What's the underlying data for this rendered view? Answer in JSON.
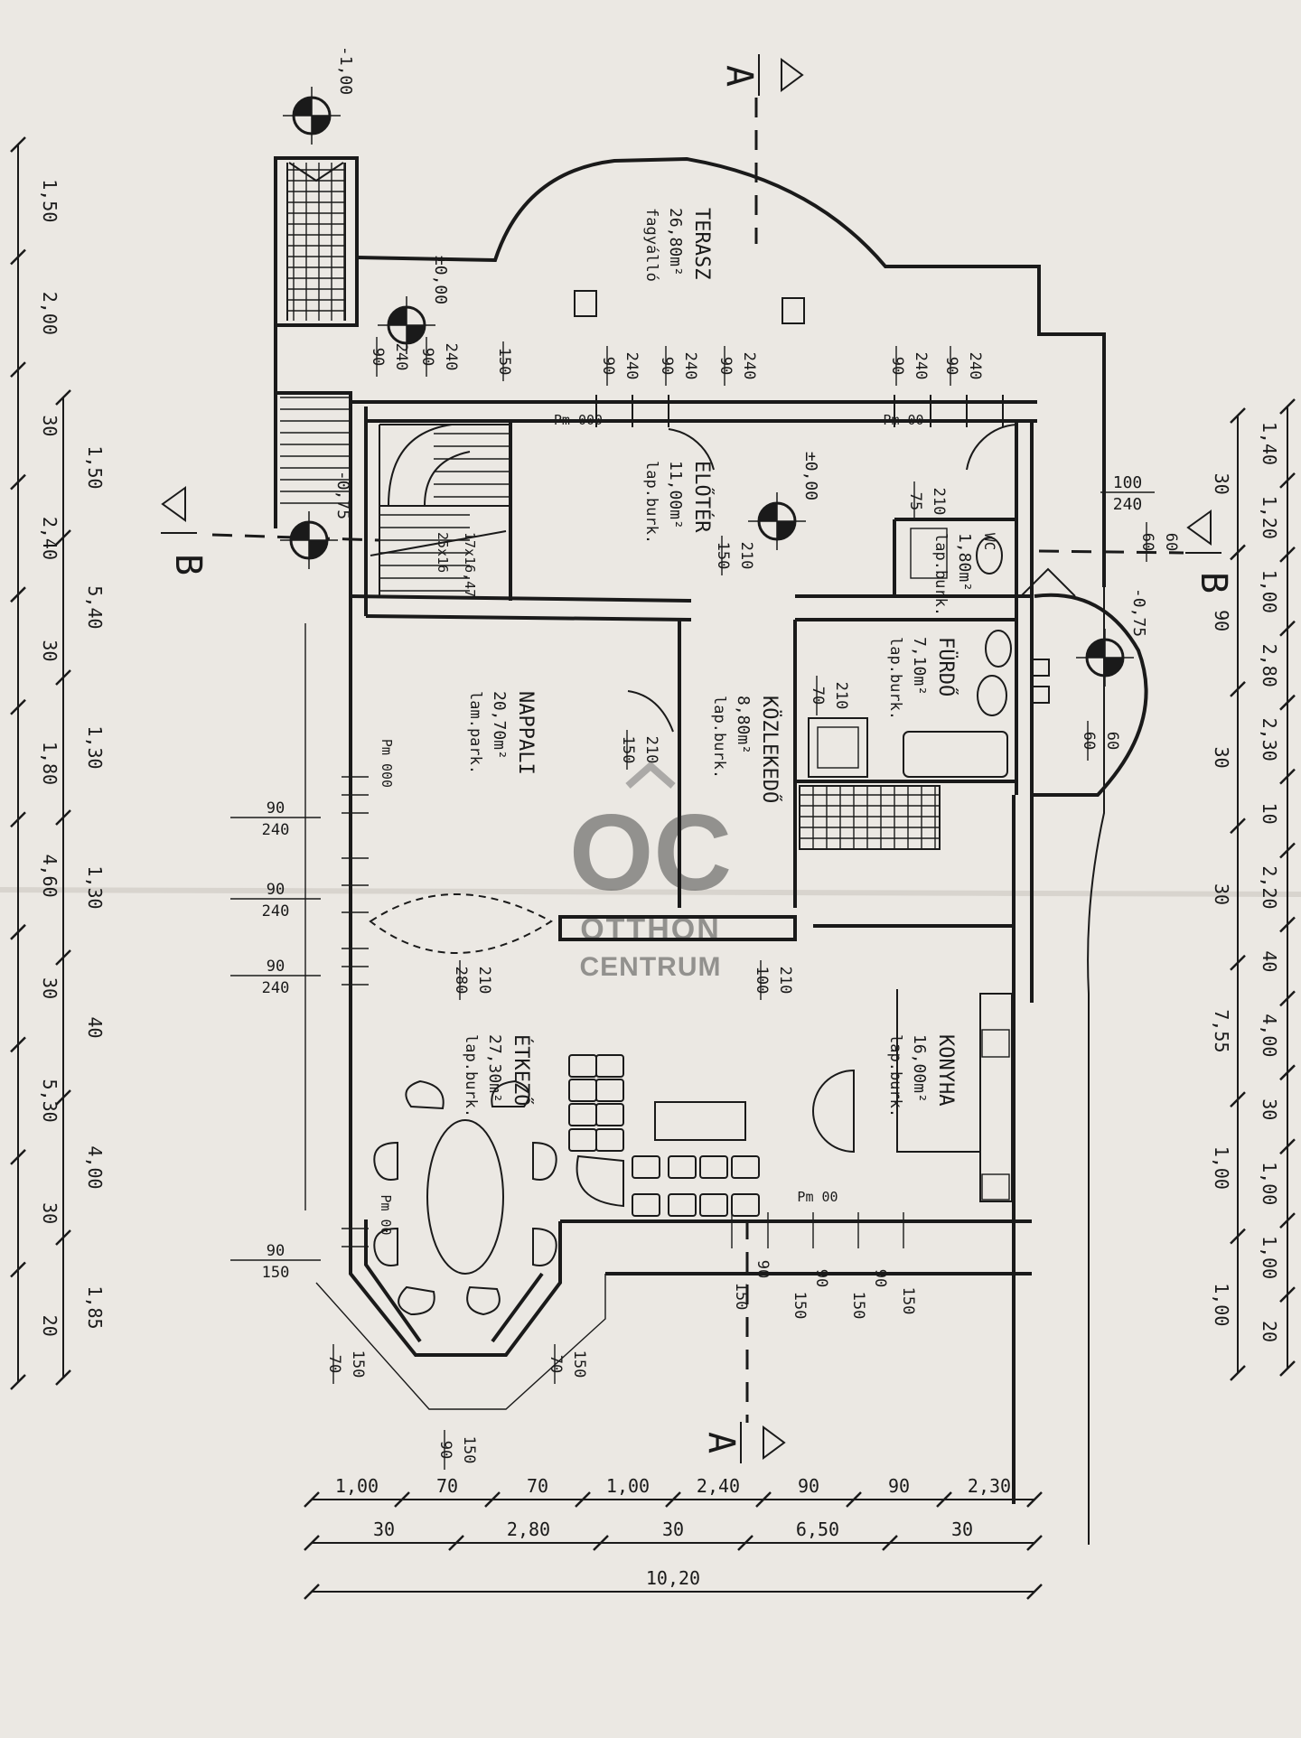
{
  "sections": {
    "a_top": "A",
    "a_bottom": "A",
    "b_left": "B",
    "b_right": "B"
  },
  "rooms": {
    "terasz": {
      "name": "TERASZ",
      "area": "26,80m²",
      "floor": "fagyálló"
    },
    "eloter": {
      "name": "ELŐTÉR",
      "area": "11,00m²",
      "floor": "lap.burk."
    },
    "kozlekedo": {
      "name": "KÖZLEKEDŐ",
      "area": "8,80m²",
      "floor": "lap.burk."
    },
    "furdo": {
      "name": "FÜRDŐ",
      "area": "7,10m²",
      "floor": "lap.burk."
    },
    "wc": {
      "name": "WC",
      "area": "1,80m²",
      "floor": "lap.burk."
    },
    "nappali": {
      "name": "NAPPALI",
      "area": "20,70m²",
      "floor": "lam.park."
    },
    "etkezo": {
      "name": "ÉTKEZŐ",
      "area": "27,30m²",
      "floor": "lap.burk."
    },
    "konyha": {
      "name": "KONYHA",
      "area": "16,00m²",
      "floor": "lap.burk."
    }
  },
  "stair": {
    "spec1": "25x16",
    "spec2": "17x16,47"
  },
  "levels": {
    "top": "-1,00",
    "terrace": "±0,00",
    "hall": "±0,00",
    "stair": "-0,75",
    "entrance": "-0,75"
  },
  "notes": {
    "pm_terrace_left": "Pm 000",
    "pm_terrace_right": "Pm 00",
    "pm_living": "Pm 000",
    "pm_dining": "Pm 00",
    "pm_kitchen": "Pm 00"
  },
  "openings": {
    "terrace": [
      [
        "90",
        "240"
      ],
      [
        "90",
        "240"
      ],
      [
        "150",
        ""
      ],
      [
        "90",
        "240"
      ],
      [
        "90",
        "240"
      ],
      [
        "90",
        "240"
      ],
      [
        "90",
        "240"
      ],
      [
        "90",
        "240"
      ]
    ],
    "left_windows": [
      [
        "90",
        "240"
      ],
      [
        "90",
        "240"
      ],
      [
        "90",
        "240"
      ],
      [
        "90",
        "150"
      ]
    ],
    "doors": {
      "eloter": [
        "150",
        "210"
      ],
      "kozlekedo": [
        "150",
        "210"
      ],
      "furdo": [
        "70",
        "210"
      ],
      "wc": [
        "75",
        "210"
      ],
      "arch": [
        "280",
        "210"
      ],
      "kitchen": [
        "100",
        "210"
      ],
      "entrance": [
        "100",
        "240"
      ],
      "wc_window": [
        "60",
        "60"
      ],
      "bath_window": [
        "60",
        "60"
      ]
    },
    "bay_left": [
      "70",
      "150"
    ],
    "bay_center": [
      "90",
      "150"
    ],
    "bay_right": [
      "70",
      "150"
    ],
    "bottom": [
      [
        "150",
        "90"
      ],
      [
        "150",
        "90"
      ],
      [
        "150",
        "90"
      ],
      [
        "150",
        ""
      ]
    ]
  },
  "dims": {
    "left_outer": [
      "1,50",
      "2,00",
      "30",
      "2,40",
      "30",
      "1,80",
      "4,60",
      "30",
      "5,30",
      "30",
      "20"
    ],
    "left_inner": [
      "1,50",
      "5,40",
      "1,30",
      "1,30",
      "40",
      "4,00",
      "1,85"
    ],
    "right_outer": [
      "1,40",
      "1,20",
      "1,00",
      "2,80",
      "2,30",
      "10",
      "2,20",
      "40",
      "4,00",
      "30",
      "1,00",
      "1,00",
      "20"
    ],
    "right_inner": [
      "30",
      "90",
      "30",
      "30",
      "7,55",
      "1,00",
      "1,00"
    ],
    "bottom_row1": [
      "1,00",
      "70",
      "70",
      "1,00",
      "2,40",
      "90",
      "90",
      "2,30"
    ],
    "bottom_row2": [
      "30",
      "2,80",
      "30",
      "6,50",
      "30"
    ],
    "bottom_row3": [
      "10,20"
    ]
  },
  "watermark": {
    "logo": "OC",
    "line1": "OTTHON",
    "line2": "CENTRUM"
  }
}
